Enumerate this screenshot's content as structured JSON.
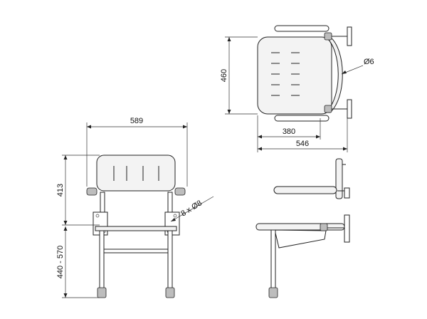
{
  "dimensions": {
    "width_589": "589",
    "height_413": "413",
    "height_range": "440 - 570",
    "holes": "8 x Ø8",
    "depth_460": "460",
    "diameter": "Ø6",
    "width_380": "380",
    "width_546": "546"
  }
}
